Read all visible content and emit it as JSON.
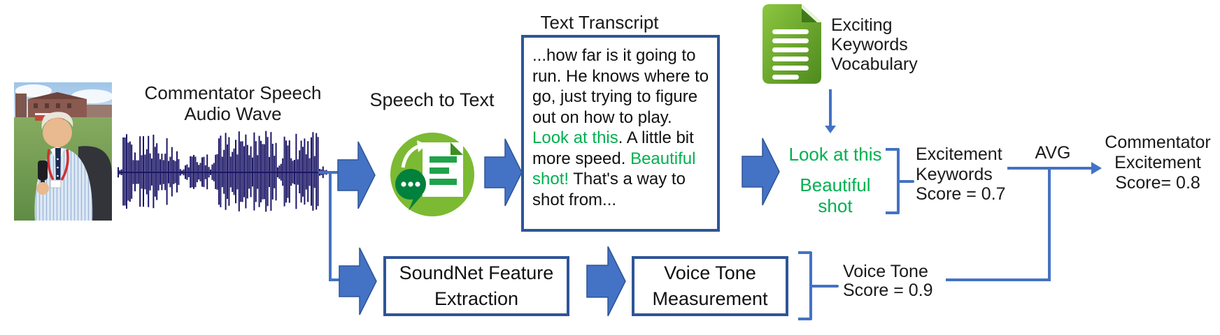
{
  "stage_audio": {
    "title_line1": "Commentator Speech",
    "title_line2": "Audio Wave"
  },
  "stage_stt": {
    "title": "Speech to Text"
  },
  "transcript": {
    "title": "Text Transcript",
    "segments": [
      {
        "text": "...how far is it going to run. He knows where to go, just trying to figure out on how to play. ",
        "color": "black"
      },
      {
        "text": "Look at this",
        "color": "green"
      },
      {
        "text": ". A little bit more speed. ",
        "color": "black"
      },
      {
        "text": "Beautiful shot!",
        "color": "green"
      },
      {
        "text": " That's a way to shot from...",
        "color": "black"
      }
    ]
  },
  "vocabulary": {
    "line1": "Exciting",
    "line2": "Keywords",
    "line3": "Vocabulary"
  },
  "keywords_detected": {
    "phrase1": "Look at this",
    "phrase2": "Beautiful shot"
  },
  "keywords_score": {
    "line1": "Excitement",
    "line2": "Keywords",
    "line3": "Score = 0.7"
  },
  "avg": {
    "label": "AVG"
  },
  "result": {
    "line1": "Commentator",
    "line2": "Excitement",
    "line3": "Score= 0.8"
  },
  "soundnet": {
    "line1": "SoundNet Feature",
    "line2": "Extraction"
  },
  "voice_tone_box": {
    "line1": "Voice Tone",
    "line2": "Measurement"
  },
  "voice_tone_score": {
    "line1": "Voice Tone",
    "line2": "Score = 0.9"
  },
  "icons": {
    "speech_to_text": "speech-bubble-to-document-icon",
    "vocabulary": "green-document-icon",
    "photo": "commentator-with-microphone-photo"
  },
  "colors": {
    "connector": "#4472C4",
    "box_border": "#2E5597",
    "keyword_green": "#00B050",
    "waveform": "#1B1666"
  }
}
